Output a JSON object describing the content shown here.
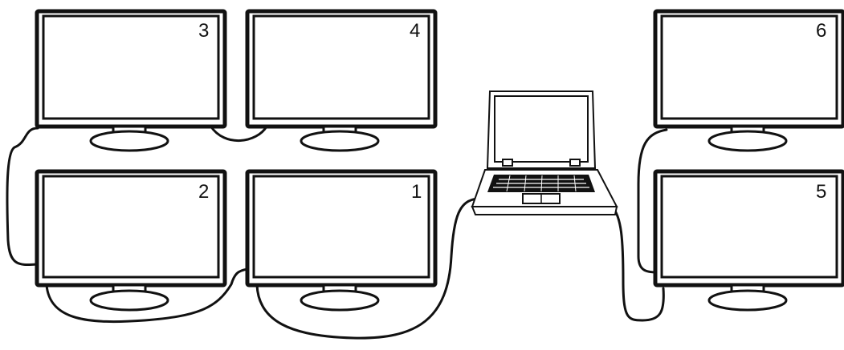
{
  "diagram": {
    "monitors": [
      {
        "id": "monitor-1",
        "label": "1"
      },
      {
        "id": "monitor-2",
        "label": "2"
      },
      {
        "id": "monitor-3",
        "label": "3"
      },
      {
        "id": "monitor-4",
        "label": "4"
      },
      {
        "id": "monitor-5",
        "label": "5"
      },
      {
        "id": "monitor-6",
        "label": "6"
      }
    ],
    "laptop": {
      "id": "laptop"
    },
    "connections": [
      {
        "from": "laptop",
        "to": "monitor-1"
      },
      {
        "from": "monitor-1",
        "to": "monitor-2"
      },
      {
        "from": "monitor-2",
        "to": "monitor-3"
      },
      {
        "from": "monitor-3",
        "to": "monitor-4"
      },
      {
        "from": "laptop",
        "to": "monitor-5"
      },
      {
        "from": "monitor-5",
        "to": "monitor-6"
      }
    ]
  }
}
